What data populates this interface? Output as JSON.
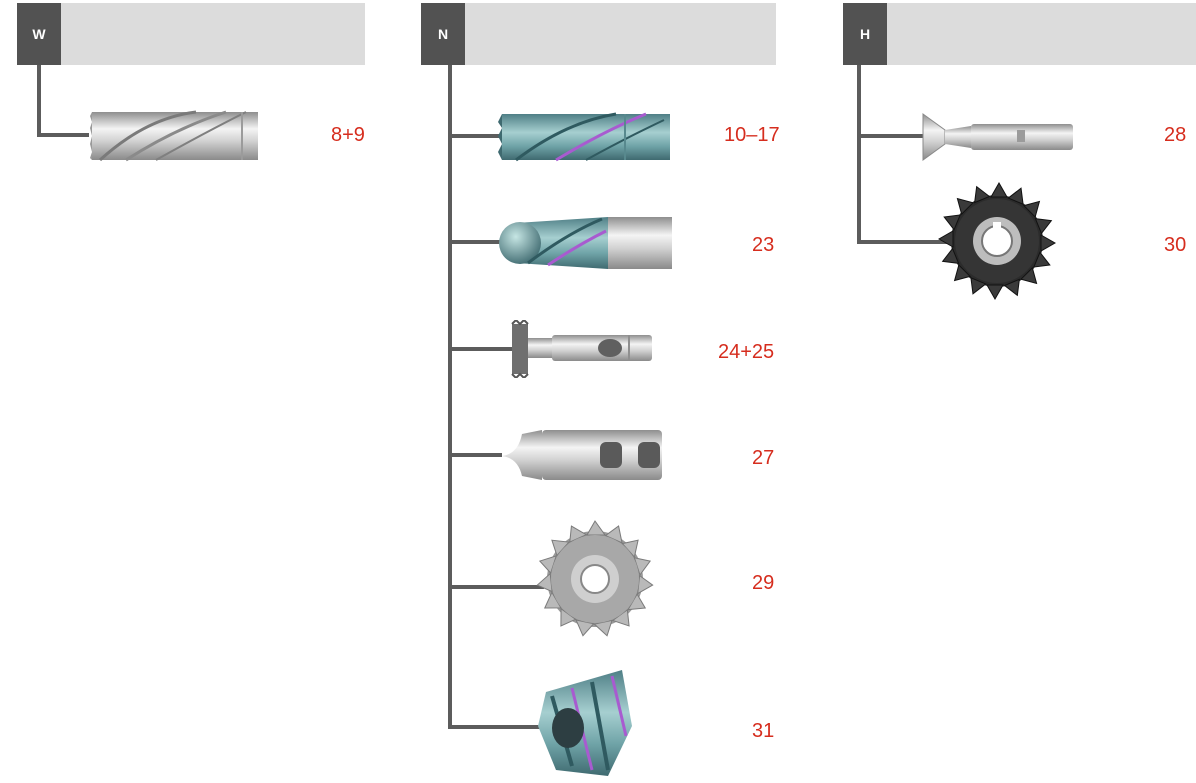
{
  "groups": [
    {
      "tag": "W",
      "items": [
        {
          "tool_icon": "two-flute-end-mill-icon",
          "page": "8+9"
        }
      ]
    },
    {
      "tag": "N",
      "items": [
        {
          "tool_icon": "coated-end-mill-icon",
          "page": "10–17"
        },
        {
          "tool_icon": "ball-nose-end-mill-icon",
          "page": "23"
        },
        {
          "tool_icon": "t-slot-cutter-icon",
          "page": "24+25"
        },
        {
          "tool_icon": "corner-rounding-cutter-icon",
          "page": "27"
        },
        {
          "tool_icon": "angle-disc-cutter-icon",
          "page": "29"
        },
        {
          "tool_icon": "shell-end-mill-icon",
          "page": "31"
        }
      ]
    },
    {
      "tag": "H",
      "items": [
        {
          "tool_icon": "dovetail-cutter-icon",
          "page": "28"
        },
        {
          "tool_icon": "side-milling-cutter-icon",
          "page": "30"
        }
      ]
    }
  ],
  "colors": {
    "tag_bg": "#525252",
    "header_bg": "#dcdcdc",
    "connector": "#5c5c5c",
    "page_number": "#d62d1e"
  }
}
